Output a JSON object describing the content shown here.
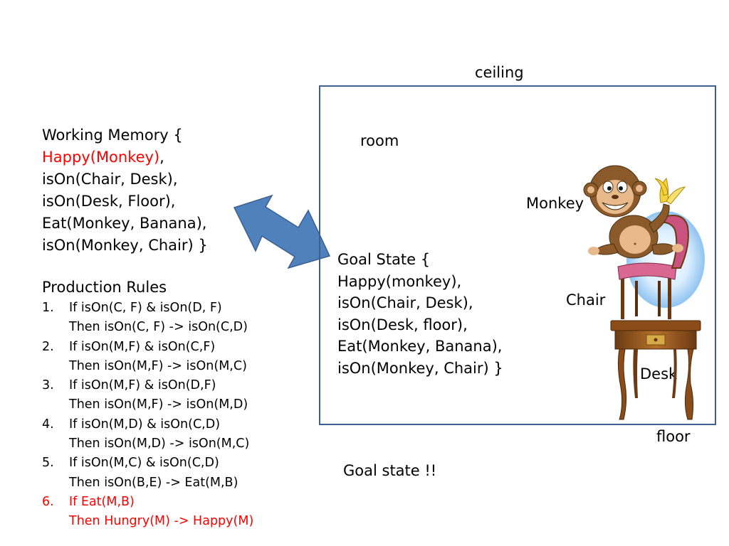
{
  "working_memory": {
    "lines": [
      {
        "text": "Working Memory {",
        "color": "#000000"
      },
      {
        "text": "Happy(Monkey)",
        "suffix": ",",
        "color": "#ff0000"
      },
      {
        "text": "isOn(Chair, Desk),",
        "color": "#000000"
      },
      {
        "text": "isOn(Desk, Floor),",
        "color": "#000000"
      },
      {
        "text": "Eat(Monkey, Banana),",
        "color": "#000000"
      },
      {
        "text": "isOn(Monkey, Chair) }",
        "color": "#000000"
      }
    ]
  },
  "production_rules": {
    "title": "Production Rules",
    "rules": [
      {
        "num": "1.",
        "if": "If isOn(C, F) & isOn(D, F)",
        "then": "Then isOn(C, F) -> isOn(C,D)",
        "color": "#000000"
      },
      {
        "num": "2.",
        "if": "If isOn(M,F) & isOn(C,F)",
        "then": "Then isOn(M,F) -> isOn(M,C)",
        "color": "#000000"
      },
      {
        "num": "3.",
        "if": "If isOn(M,F) & isOn(D,F)",
        "then": "Then isOn(M,F) -> isOn(M,D)",
        "color": "#000000"
      },
      {
        "num": "4.",
        "if": "If isOn(M,D) & isOn(C,D)",
        "then": "Then isOn(M,D) -> isOn(M,C)",
        "color": "#000000"
      },
      {
        "num": "5.",
        "if": "If isOn(M,C) & isOn(C,D)",
        "then": "Then isOn(B,E) -> Eat(M,B)",
        "color": "#000000"
      },
      {
        "num": "6.",
        "if": "If Eat(M,B)",
        "then": "Then Hungry(M) -> Happy(M)",
        "color": "#ff0000"
      }
    ]
  },
  "scene": {
    "ceiling": "ceiling",
    "room": "room",
    "monkey": "Monkey",
    "chair": "Chair",
    "desk": "Desk",
    "floor": "floor"
  },
  "goal_state": {
    "lines": [
      "Goal State {",
      "Happy(monkey),",
      "isOn(Chair, Desk),",
      "isOn(Desk, floor),",
      "Eat(Monkey, Banana),",
      "isOn(Monkey, Chair) }"
    ]
  },
  "footer_note": "Goal state !!",
  "colors": {
    "highlight": "#ff0000",
    "arrow_fill": "#4f81bd",
    "arrow_stroke": "#3a5f8f",
    "box_border": "#3f5f8f"
  },
  "icons": [
    "double-arrow-icon",
    "monkey-illustration",
    "chair-illustration",
    "desk-illustration"
  ]
}
